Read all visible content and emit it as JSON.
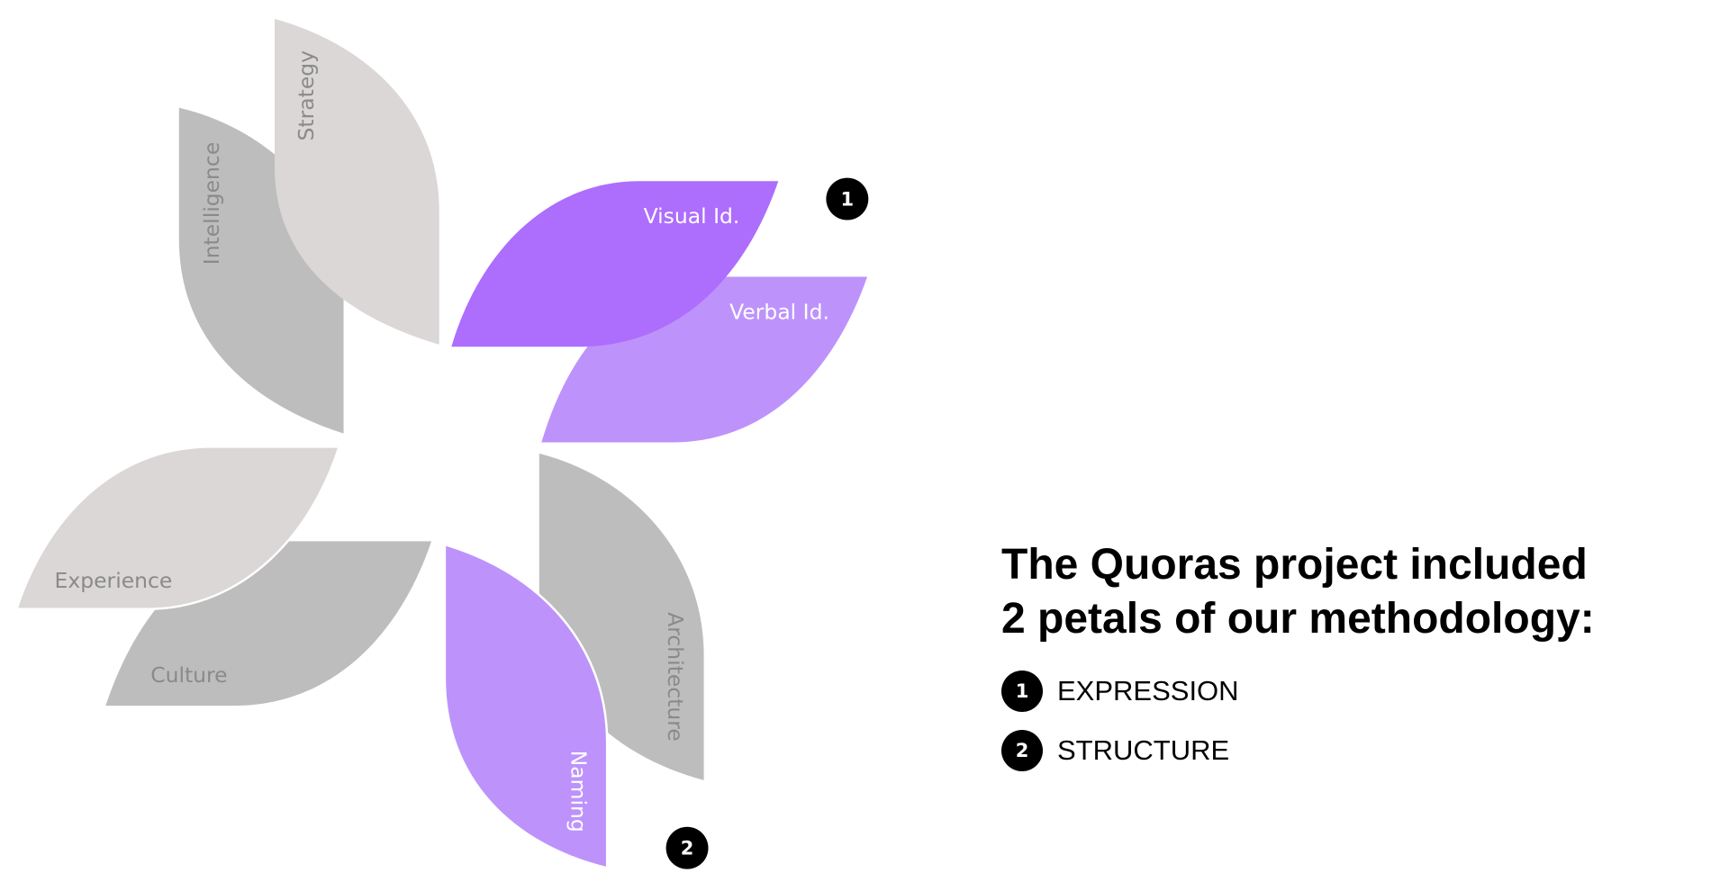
{
  "colors": {
    "gray_dark": "#bdbdbd",
    "gray_light": "#dad7d6",
    "purple": "#ad6dfd",
    "purple_light": "#bd93fb",
    "label_gray": "#8a8a8a"
  },
  "petals": {
    "intelligence": "Intelligence",
    "strategy": "Strategy",
    "visual": "Visual Id.",
    "verbal": "Verbal Id.",
    "architecture": "Architecture",
    "naming": "Naming",
    "experience": "Experience",
    "culture": "Culture"
  },
  "badges": [
    "1",
    "2"
  ],
  "heading": {
    "line1": "The Quoras project included",
    "line2": "2 petals of our methodology:"
  },
  "list": [
    {
      "num": "1",
      "label": "EXPRESSION"
    },
    {
      "num": "2",
      "label": "STRUCTURE"
    }
  ]
}
